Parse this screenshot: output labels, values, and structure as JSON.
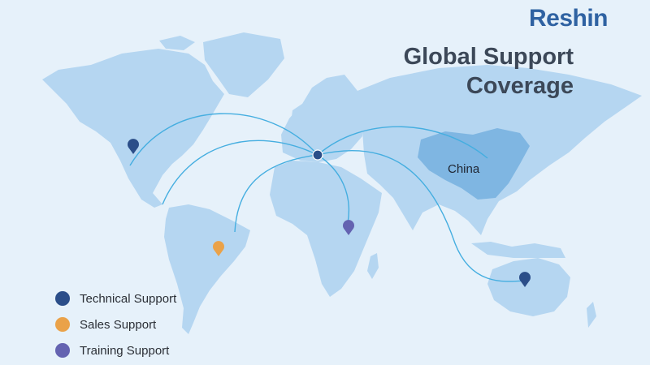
{
  "brand": "Reshin",
  "title": {
    "line1": "Global Support",
    "line2": "Coverage"
  },
  "colors": {
    "background": "#e6f1fa",
    "land": "#b5d6f1",
    "highlight": "#7fb6e2",
    "route": "#45aee0",
    "technical": "#2b4e89",
    "sales": "#eaa249",
    "training": "#6463b1"
  },
  "highlighted_region": "China",
  "legend": [
    {
      "label": "Technical Support",
      "color": "#2b4e89",
      "icon": "technical-support-dot"
    },
    {
      "label": "Sales Support",
      "color": "#eaa249",
      "icon": "sales-support-dot"
    },
    {
      "label": "Training Support",
      "color": "#6463b1",
      "icon": "training-support-dot"
    }
  ],
  "markers": [
    {
      "name": "hub-europe",
      "type": "Technical Support"
    },
    {
      "name": "marker-north-america",
      "type": "Technical Support"
    },
    {
      "name": "marker-south-america",
      "type": "Sales Support"
    },
    {
      "name": "marker-east-africa",
      "type": "Training Support"
    },
    {
      "name": "marker-australia",
      "type": "Technical Support"
    }
  ]
}
